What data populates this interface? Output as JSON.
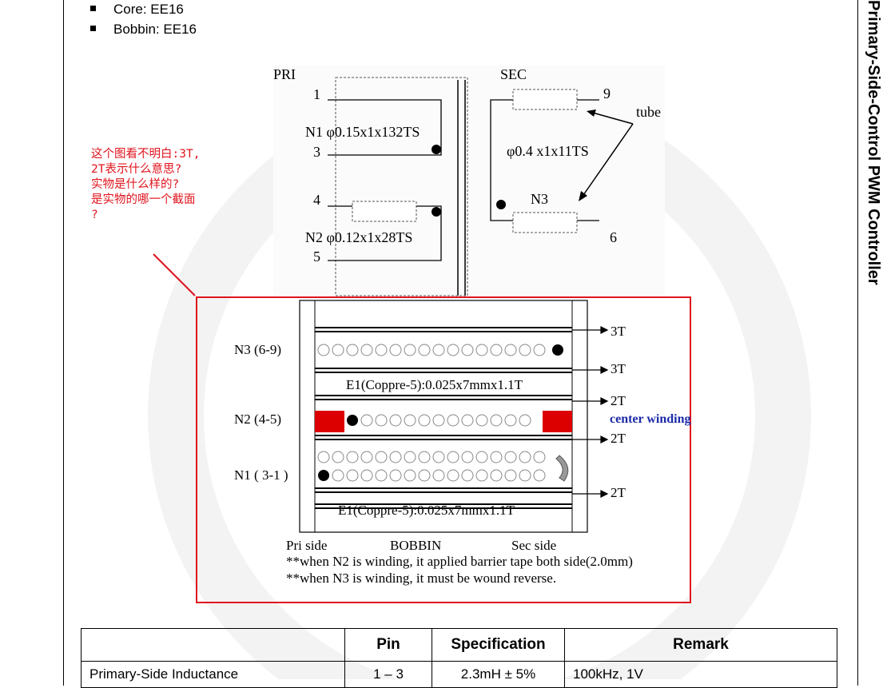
{
  "bullets": [
    "Core: EE16",
    "Bobbin: EE16"
  ],
  "side_title": "Primary-Side-Control PWM Controller",
  "schematic": {
    "pri_label": "PRI",
    "sec_label": "SEC",
    "pins": {
      "p1": "1",
      "p3": "3",
      "p4": "4",
      "p5": "5",
      "p9": "9",
      "p6": "6"
    },
    "n1_spec": "N1 φ0.15x1x132TS",
    "n2_spec": "N2 φ0.12x1x28TS",
    "sec_spec": "φ0.4 x1x11TS",
    "n3_label": "N3",
    "tube_label": "tube"
  },
  "annotation": {
    "lines": [
      "这个图看不明白:3T,",
      "2T表示什么意思?",
      "实物是什么样的?",
      "是实物的哪一个截面",
      "?"
    ],
    "color": "#e0141e"
  },
  "winding": {
    "n3_label": "N3 (6-9)",
    "n2_label": "N2 (4-5)",
    "n1_label": "N1 ( 3-1 )",
    "tape_labels": [
      "3T",
      "3T",
      "2T",
      "2T",
      "2T"
    ],
    "center_winding": "center winding",
    "e1_top": "E1(Coppre-5):0.025x7mmx1.1T",
    "e1_bottom": "E1(Coppre-5):0.025x7mmx1.1T",
    "pri_side": "Pri side",
    "bobbin": "BOBBIN",
    "sec_side": "Sec side",
    "note1": "**when N2 is winding, it applied barrier tape both side(2.0mm)",
    "note2": "**when N3 is winding, it must be wound reverse."
  },
  "table": {
    "headers": [
      "",
      "Pin",
      "Specification",
      "Remark"
    ],
    "rows": [
      [
        "Primary-Side Inductance",
        "1 – 3",
        "2.3mH ± 5%",
        "100kHz, 1V"
      ]
    ]
  }
}
